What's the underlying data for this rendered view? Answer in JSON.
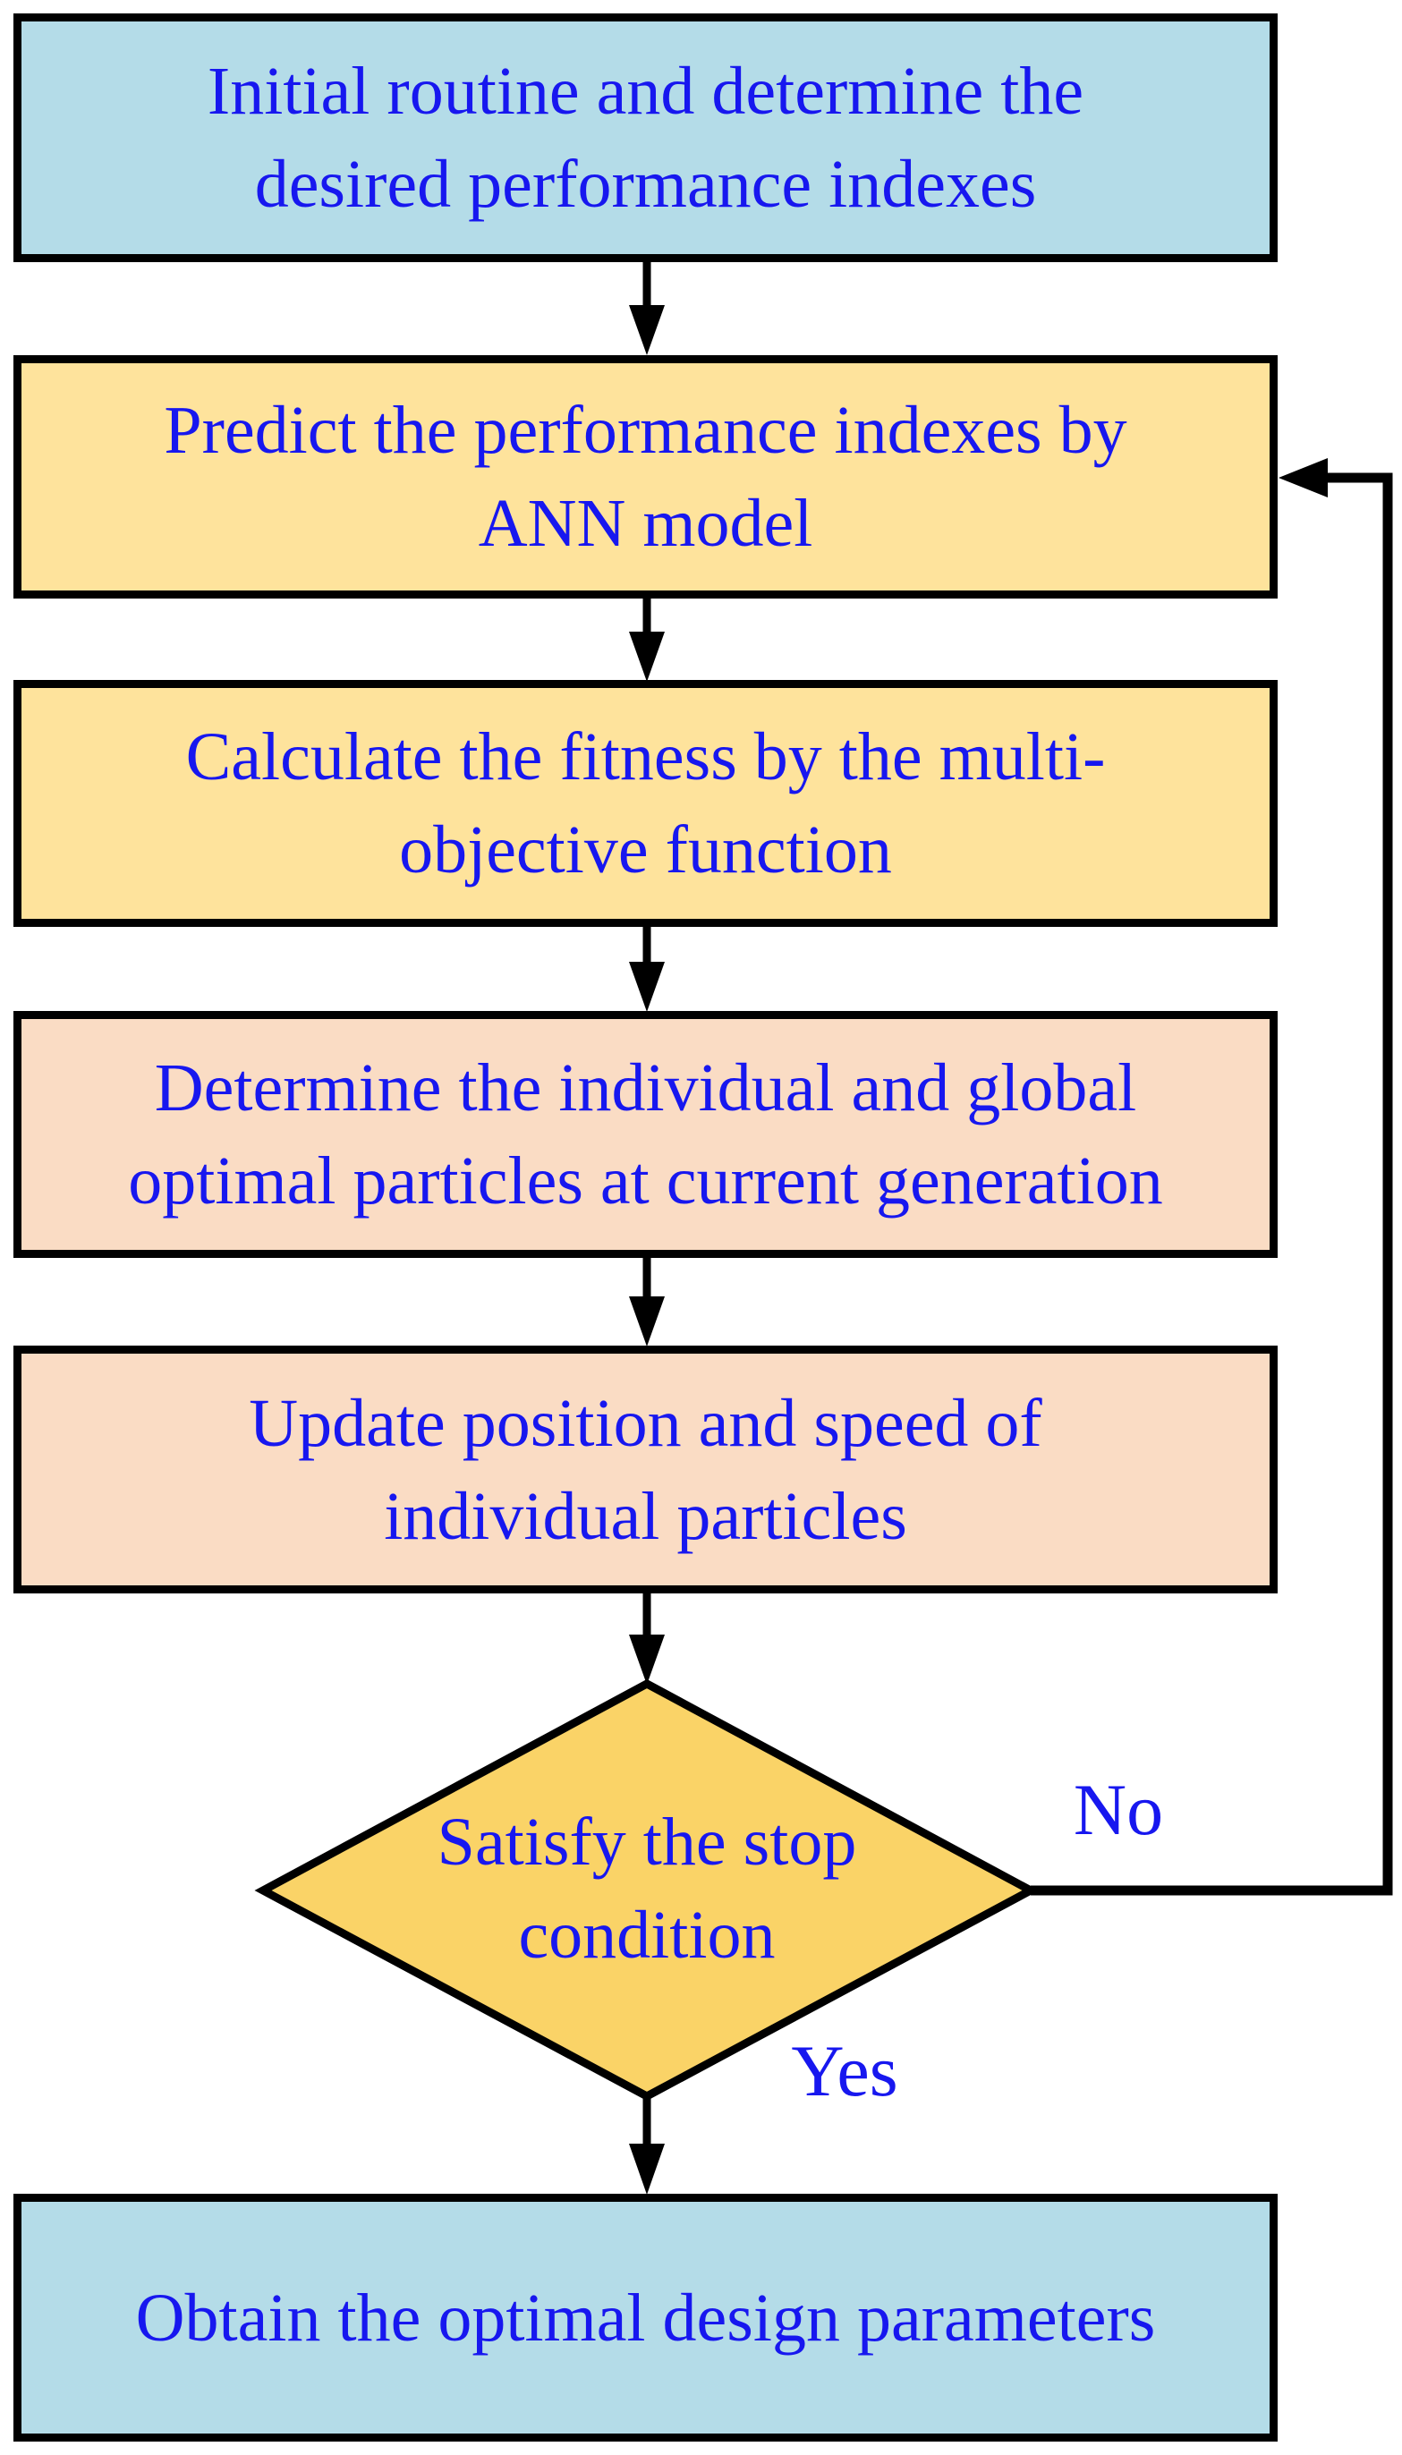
{
  "colors": {
    "text_blue": "#1717ef",
    "line_black": "#000000",
    "background": "#ffffff",
    "box_blue": "#b4dce8",
    "box_yellow": "#fee39c",
    "box_pink": "#fadcc4",
    "diamond_gold": "#fad367"
  },
  "nodes": {
    "initial": {
      "fill": "#b4dce8",
      "lines": [
        "Initial routine and determine the",
        "desired performance indexes"
      ]
    },
    "predict": {
      "fill": "#fee39c",
      "lines": [
        "Predict the performance indexes by",
        "ANN model"
      ]
    },
    "fitness": {
      "fill": "#fee39c",
      "lines": [
        "Calculate the fitness by the multi-",
        "objective function"
      ]
    },
    "determine": {
      "fill": "#fadcc4",
      "lines": [
        "Determine the individual and global",
        "optimal particles at current generation"
      ]
    },
    "update": {
      "fill": "#fadcc4",
      "lines": [
        "Update position and speed of",
        "individual particles"
      ]
    },
    "decision": {
      "fill": "#fad367",
      "lines": [
        "Satisfy the stop",
        "condition"
      ]
    },
    "obtain": {
      "fill": "#b4dce8",
      "lines": [
        "Obtain the optimal design parameters"
      ]
    }
  },
  "edge_labels": {
    "no": "No",
    "yes": "Yes"
  }
}
